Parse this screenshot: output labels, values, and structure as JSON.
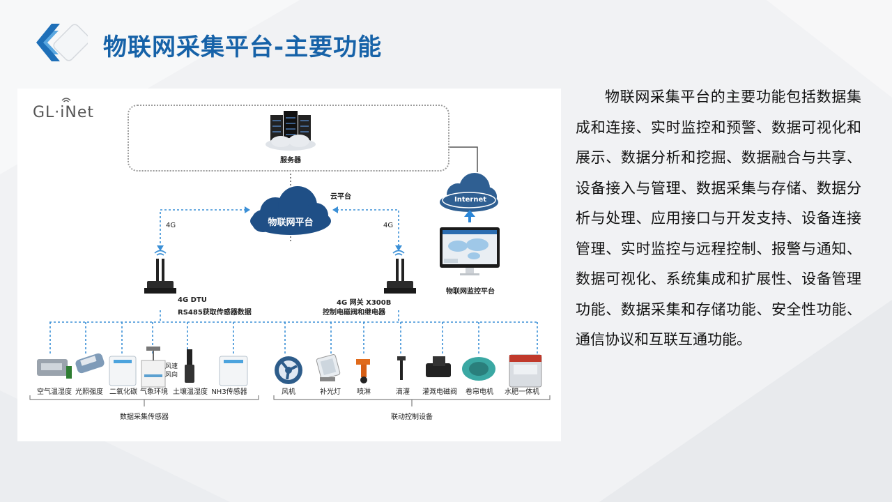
{
  "slide": {
    "title": "物联网采集平台-主要功能",
    "description": "物联网采集平台的主要功能包括数据集成和连接、实时监控和预警、数据可视化和展示、数据分析和挖掘、数据融合与共享、设备接入与管理、数据采集与存储、数据分析与处理、应用接口与开发支持、设备连接管理、实时监控与远程控制、报警与通知、数据可视化、系统集成和扩展性、设备管理功能、数据采集和存储功能、安全性功能、通信协议和互联互通功能。"
  },
  "diagram": {
    "brand": "GL·iNet",
    "server_label": "服务器",
    "cloud_platform_label": "云平台",
    "cloud_name": "物联网平台",
    "internet_label": "Internet",
    "monitor_label": "物联网监控平台",
    "link_left": "4G",
    "link_right": "4G",
    "dtu_line1": "4G DTU",
    "dtu_line2": "RS485获取传感器数据",
    "gateway_line1": "4G 网关 X300B",
    "gateway_line2": "控制电磁阀和继电器",
    "wind_tag_line1": "风速",
    "wind_tag_line2": "风向",
    "sensors": [
      "空气温湿度",
      "光照强度",
      "二氧化碳",
      "气象环境",
      "土壤温湿度",
      "NH3传感器"
    ],
    "controls": [
      "风机",
      "补光灯",
      "喷淋",
      "滴灌",
      "灌溉电磁阀",
      "卷帘电机",
      "水肥一体机"
    ],
    "sensor_group_label": "数据采集传感器",
    "control_group_label": "联动控制设备"
  },
  "colors": {
    "title_blue": "#1662a8",
    "cloud_navy": "#1f4f86",
    "link_blue": "#3a8fd6",
    "panel_bg": "#ffffff",
    "page_bg": "#f1f2f4"
  }
}
